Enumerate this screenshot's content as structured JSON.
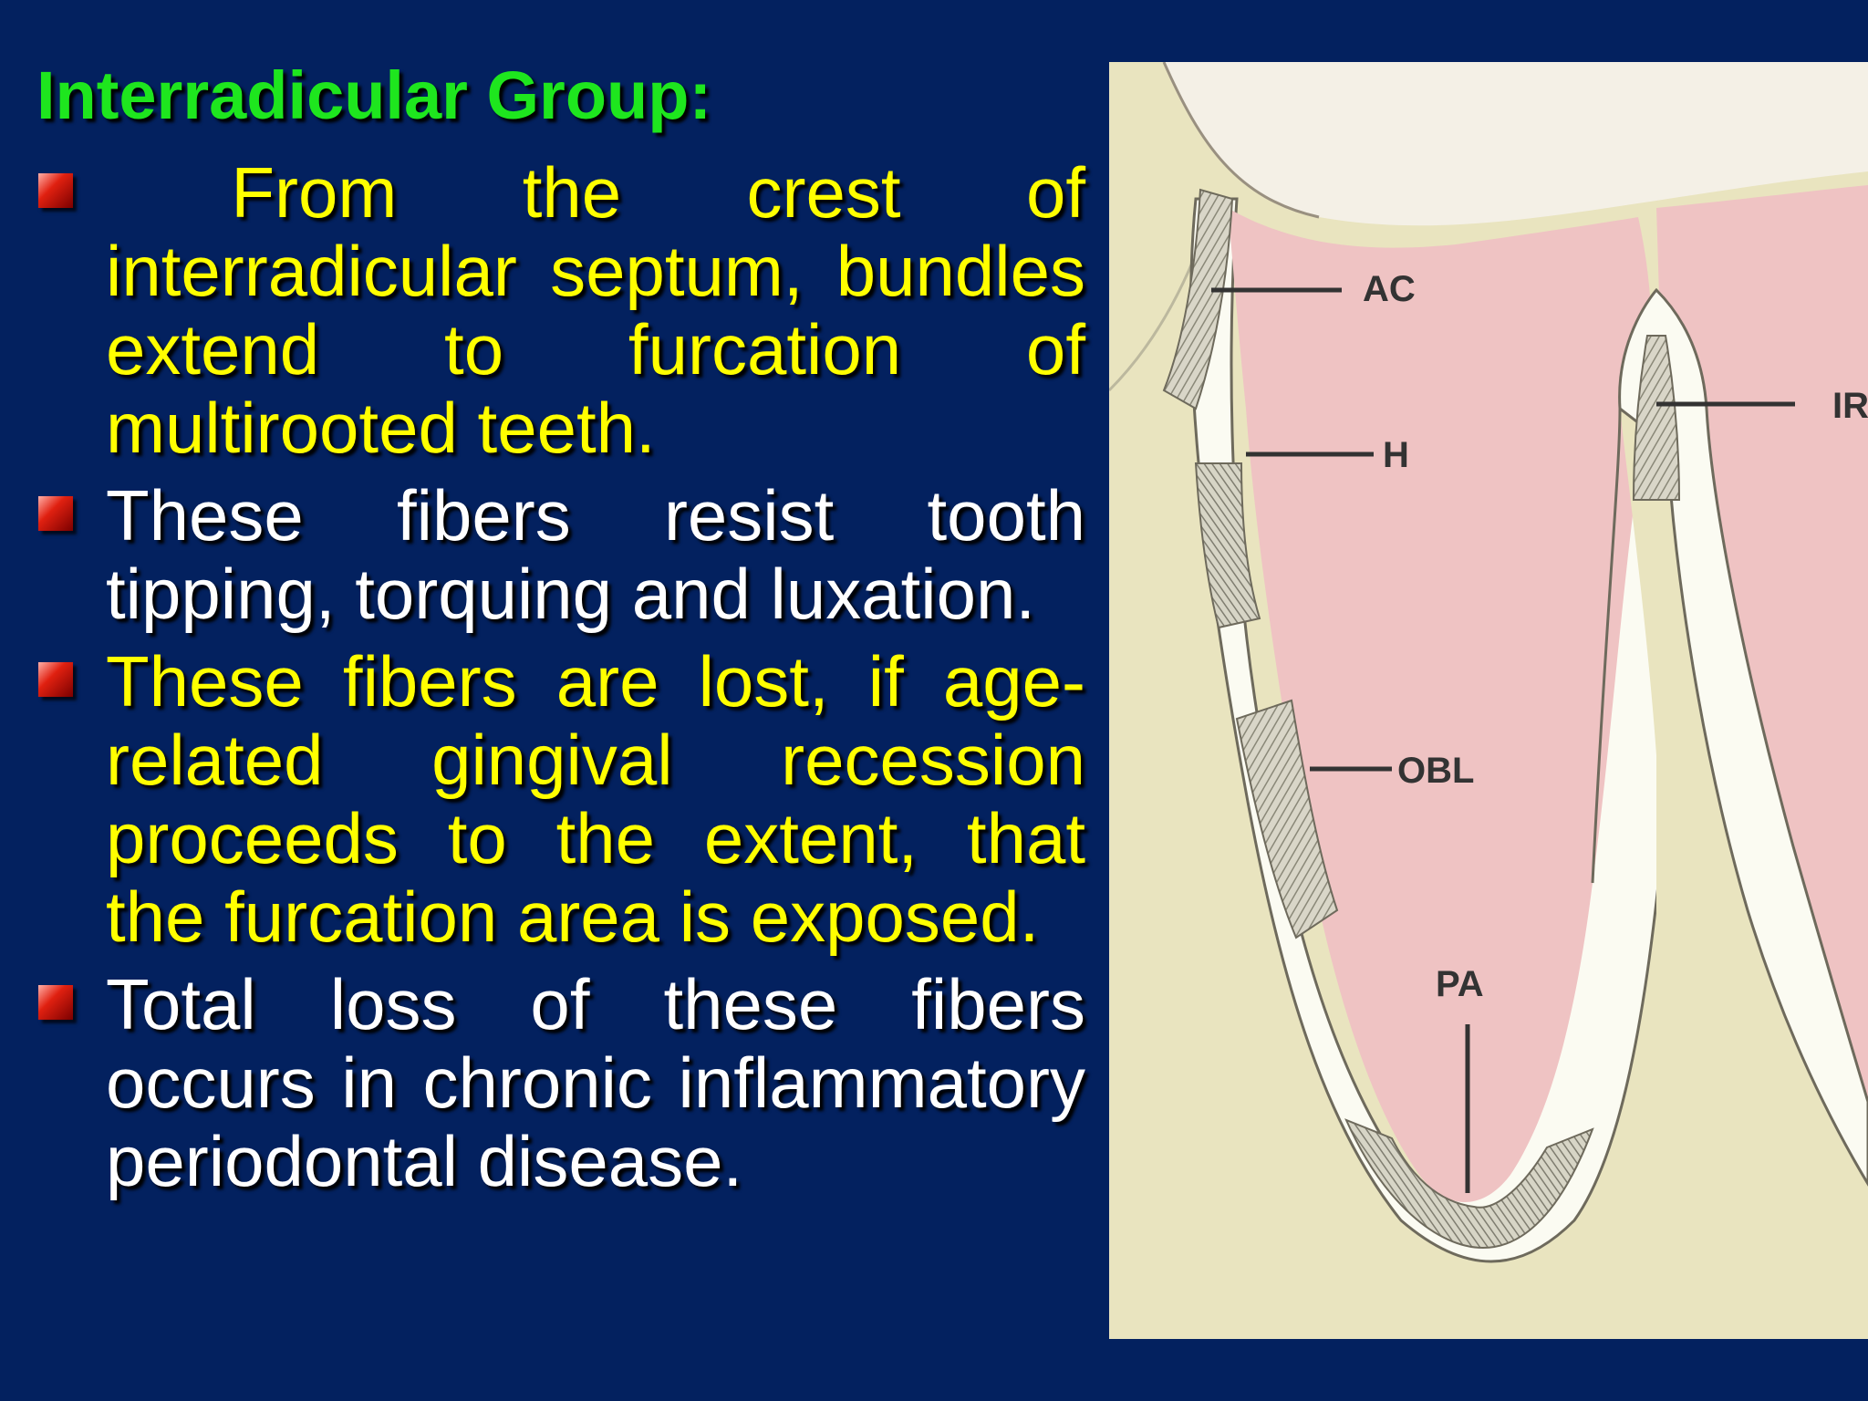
{
  "slide": {
    "title": "Interradicular Group:",
    "bullets": [
      {
        "text": " From the crest of interradicular septum, bundles extend to furcation of multirooted teeth.",
        "color": "#ffff00"
      },
      {
        "text": "These fibers resist tooth tipping, torquing and luxation.",
        "color": "#ffffff"
      },
      {
        "text": "These fibers are lost, if age-related gingival recession proceeds to the extent, that the furcation area is exposed.",
        "color": "#ffff00"
      },
      {
        "text": "Total loss of these fibers occurs in chronic inflammatory periodontal disease.",
        "color": "#ffffff"
      }
    ]
  },
  "colors": {
    "background": "#03215f",
    "title": "#1ee61e",
    "bullet_marker": "#e02010",
    "bone": "#e9e4bf",
    "root": "#efc3c3",
    "ligament": "#fbfbf2"
  },
  "figure": {
    "labels": [
      "AC",
      "H",
      "IR",
      "OBL",
      "PA"
    ]
  }
}
